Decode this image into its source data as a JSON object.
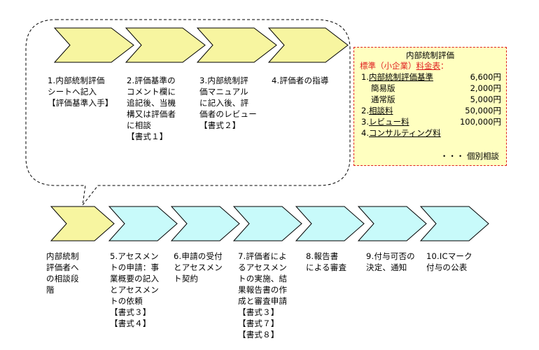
{
  "colors": {
    "arrow_yellow": "#f7f5a0",
    "arrow_cyan": "#c8fafa",
    "price_bg": "#ffffc0",
    "price_border": "#e02020",
    "accent_red": "#e02020"
  },
  "top_steps": [
    {
      "lines": [
        "1.内部統制評価",
        "シートへ記入",
        "【評価基準入手】"
      ]
    },
    {
      "lines": [
        "2.評価基準の",
        "コメント欄に",
        "追記後、当機",
        "構又は評価者",
        "に相談",
        "【書式１】"
      ]
    },
    {
      "lines": [
        "3.内部統制評",
        "価マニュアル",
        "に記入後、評",
        "価者のレビュー",
        "【書式２】"
      ]
    },
    {
      "lines": [
        "4.評価者の指導"
      ]
    }
  ],
  "bottom_steps": [
    {
      "lines": [
        "内部統制",
        "評価者へ",
        "の相談段",
        "階"
      ]
    },
    {
      "lines": [
        "5.アセスメン",
        "トの申請：事",
        "業概要の記入",
        "とアセスメン",
        "トの依頼",
        "【書式３】",
        "【書式４】"
      ]
    },
    {
      "lines": [
        "6.申請の受付",
        "とアセスメン",
        "ト契約"
      ]
    },
    {
      "lines": [
        "7.評価者によ",
        "るアセスメン",
        "トの実施、結",
        "果報告書の作",
        "成と審査申請",
        "【書式３】",
        "【書式７】",
        "【書式８】"
      ]
    },
    {
      "lines": [
        "8.報告書",
        "による審査"
      ]
    },
    {
      "lines": [
        "9.付与可否の",
        "決定、通知"
      ]
    },
    {
      "lines": [
        "10.ICマーク",
        "付与の公表"
      ]
    }
  ],
  "price_table": {
    "title": "内部統制評価",
    "subtitle_prefix": "標準（小企業）",
    "subtitle_underlined": "料金表",
    "subtitle_suffix": "：",
    "rows": [
      {
        "num": "1.",
        "name": "内部統制評価基準",
        "value": "6,600円",
        "underline": true,
        "indent": false
      },
      {
        "num": "",
        "name": "簡易版",
        "value": "2,000円",
        "underline": false,
        "indent": true
      },
      {
        "num": "",
        "name": "通常版",
        "value": "5,000円",
        "underline": false,
        "indent": true
      },
      {
        "num": "2.",
        "name": "相談料",
        "value": "50,000円",
        "underline": true,
        "indent": false
      },
      {
        "num": "3.",
        "name": "レビュー料",
        "value": "100,000円",
        "underline": true,
        "indent": false
      },
      {
        "num": "4.",
        "name": "コンサルティング料",
        "value": "",
        "underline": true,
        "indent": false
      }
    ],
    "note": "・・・ 個別相談"
  }
}
